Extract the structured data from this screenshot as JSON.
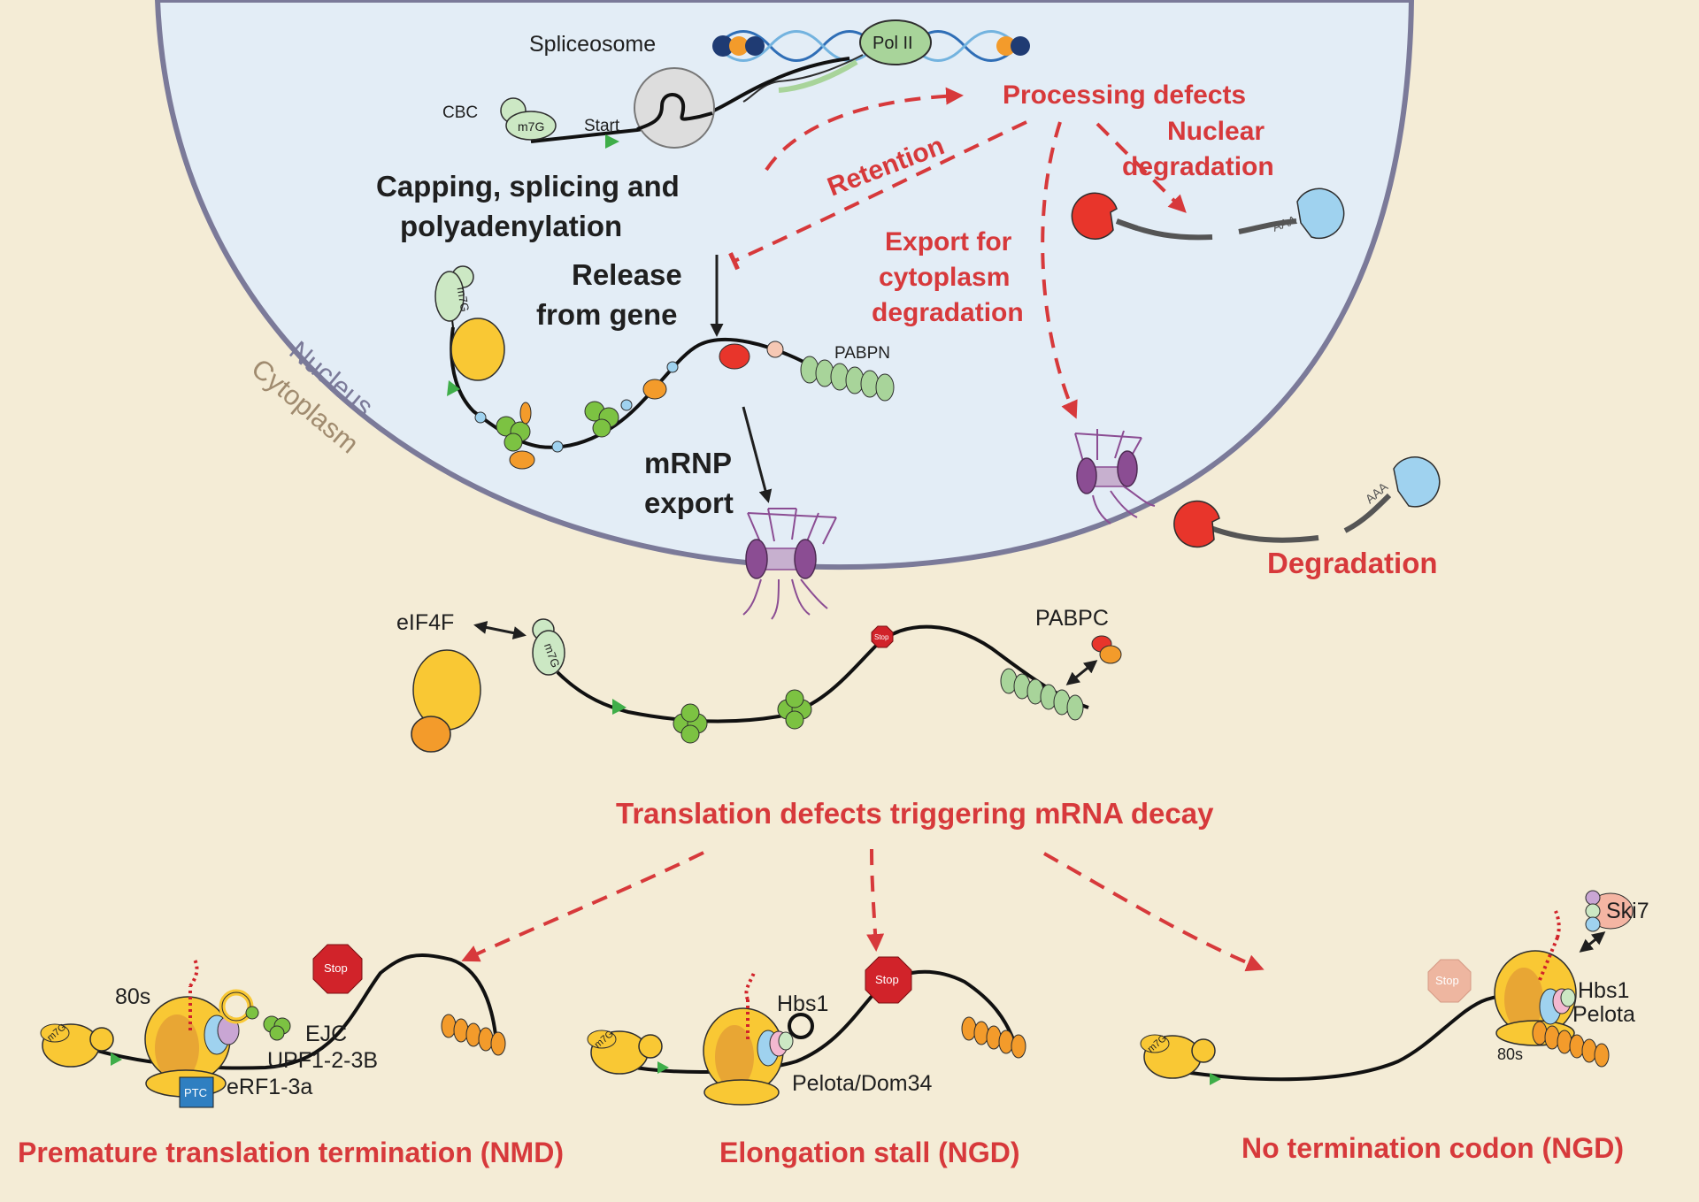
{
  "colors": {
    "background": "#f4ecd6",
    "nucleus_fill": "#e3edf6",
    "nucleus_border": "#7b7a99",
    "defect_red": "#d7393b",
    "text_dark": "#1f1f1f",
    "cytoplasm_label": "#a08b6f",
    "nucleus_label": "#7b7a99",
    "mrna_line": "#111111",
    "yellow_protein": "#f9c834",
    "orange_protein": "#f39b2b",
    "green_protein": "#7cc242",
    "light_green": "#cce8c4",
    "pore_purple": "#8b4d93",
    "exonuclease_red": "#e8352b",
    "exosome_blue": "#9fd2ef",
    "ptc_blue": "#2f7fc1",
    "stop_red": "#d1232a",
    "stop_faded": "#eeb6a0"
  },
  "regions": {
    "nucleus": "Nucleus",
    "cytoplasm": "Cytoplasm"
  },
  "nucleus": {
    "spliceosome": "Spliceosome",
    "pol2": "Pol II",
    "cbc": "CBC",
    "m7g": "m7G",
    "start": "Start",
    "processing_title_line1": "Capping, splicing and",
    "processing_title_line2": "polyadenylation",
    "release_line1": "Release",
    "release_line2": "from gene",
    "pabpn": "PABPN",
    "export_line1": "mRNP",
    "export_line2": "export",
    "aaa": "AAA"
  },
  "defects": {
    "processing": "Processing defects",
    "retention": "Retention",
    "nuclear_line1": "Nuclear",
    "nuclear_line2": "degradation",
    "export_line1": "Export for",
    "export_line2": "cytoplasm",
    "export_line3": "degradation",
    "degradation": "Degradation"
  },
  "cytoplasm": {
    "eif4f": "eIF4F",
    "pabpc": "PABPC",
    "m7g": "m7G",
    "stop": "Stop",
    "translation_defects": "Translation defects triggering mRNA decay"
  },
  "panels": {
    "nmd": {
      "ribosome": "80s",
      "ejc": "EJC",
      "upf": "UPF1-2-3B",
      "erf": "eRF1-3a",
      "ptc": "PTC",
      "stop": "Stop",
      "m7g": "m7G",
      "title": "Premature translation termination (NMD)"
    },
    "stall": {
      "hbs1": "Hbs1",
      "pelota": "Pelota/Dom34",
      "stop": "Stop",
      "m7g": "m7G",
      "title": "Elongation stall (NGD)"
    },
    "nostop": {
      "ski7": "Ski7",
      "hbs1": "Hbs1",
      "pelota": "Pelota",
      "ribosome": "80s",
      "stop": "Stop",
      "m7g": "m7G",
      "title": "No termination codon (NGD)"
    }
  }
}
